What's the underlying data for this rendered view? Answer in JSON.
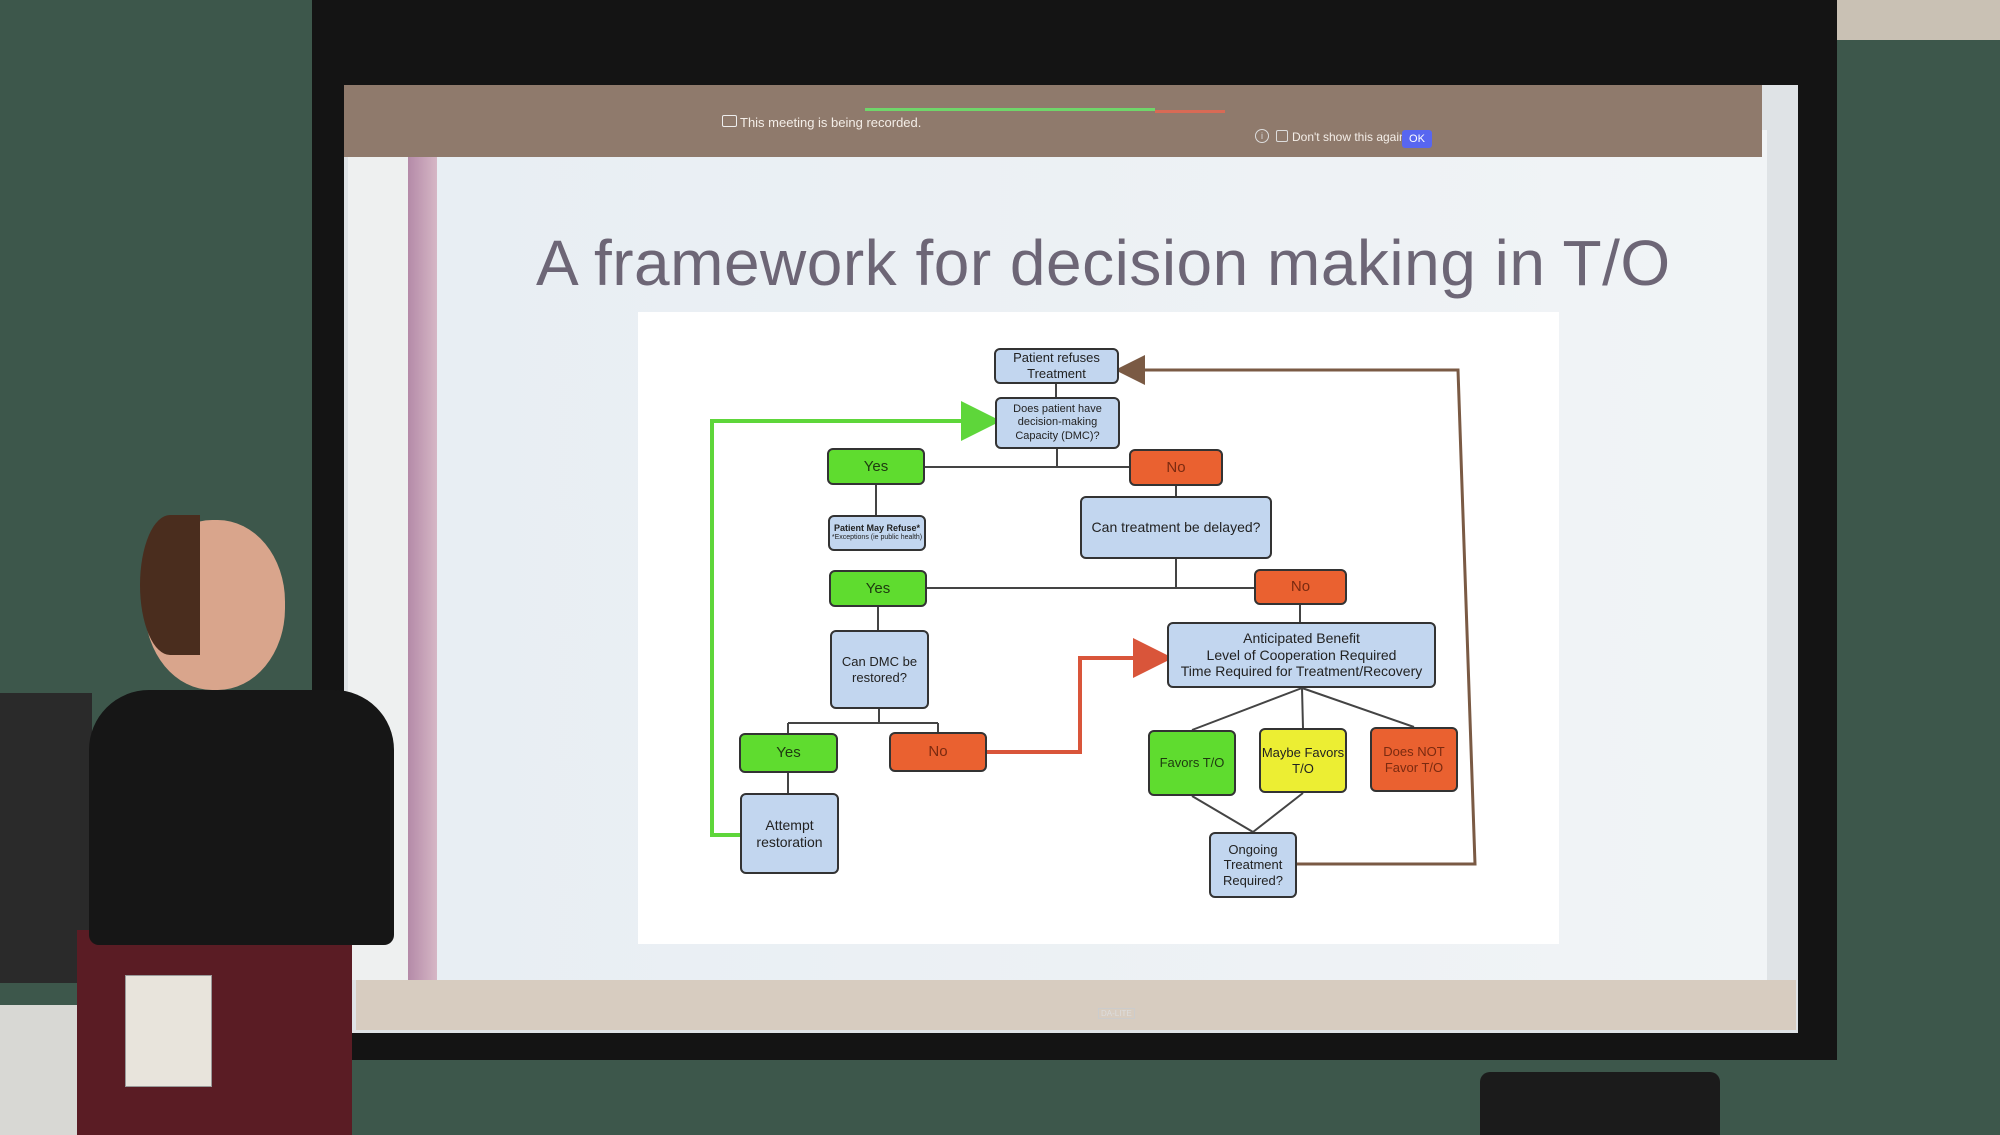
{
  "meeting_banner": {
    "recording_text": "This meeting is being recorded.",
    "dont_show_label": "Don't show this again",
    "dont_show_checked": false,
    "ok_label": "OK",
    "icons": [
      "camera-icon",
      "info-icon"
    ]
  },
  "slide": {
    "title": "A framework for decision making in T/O",
    "flowchart": {
      "patient_refuses": "Patient refuses Treatment",
      "dmc_question": "Does patient have decision-making Capacity (DMC)?",
      "yes_1": "Yes",
      "no_1": "No",
      "patient_may_refuse": "Patient May Refuse*",
      "patient_may_refuse_note": "*Exceptions (ie public health)",
      "delay_question": "Can treatment be delayed?",
      "yes_2": "Yes",
      "no_2": "No",
      "dmc_restored_question": "Can DMC be restored?",
      "anticipated_benefit": "Anticipated Benefit",
      "cooperation": "Level of Cooperation Required",
      "time_required": "Time Required for Treatment/Recovery",
      "yes_3": "Yes",
      "no_3": "No",
      "attempt_restoration": "Attempt restoration",
      "favors": "Favors T/O",
      "maybe_favors": "Maybe Favors T/O",
      "does_not_favor": "Does NOT Favor T/O",
      "ongoing": "Ongoing Treatment Required?"
    },
    "colors": {
      "yes": "#5fdc2f",
      "no": "#ea6130",
      "question": "#c2d6ef",
      "maybe": "#ecee33",
      "green_arrow": "#5ed63a",
      "red_arrow": "#d9553a",
      "brown_arrow": "#7a5a44"
    }
  },
  "screen_brand": "DA-LITE"
}
